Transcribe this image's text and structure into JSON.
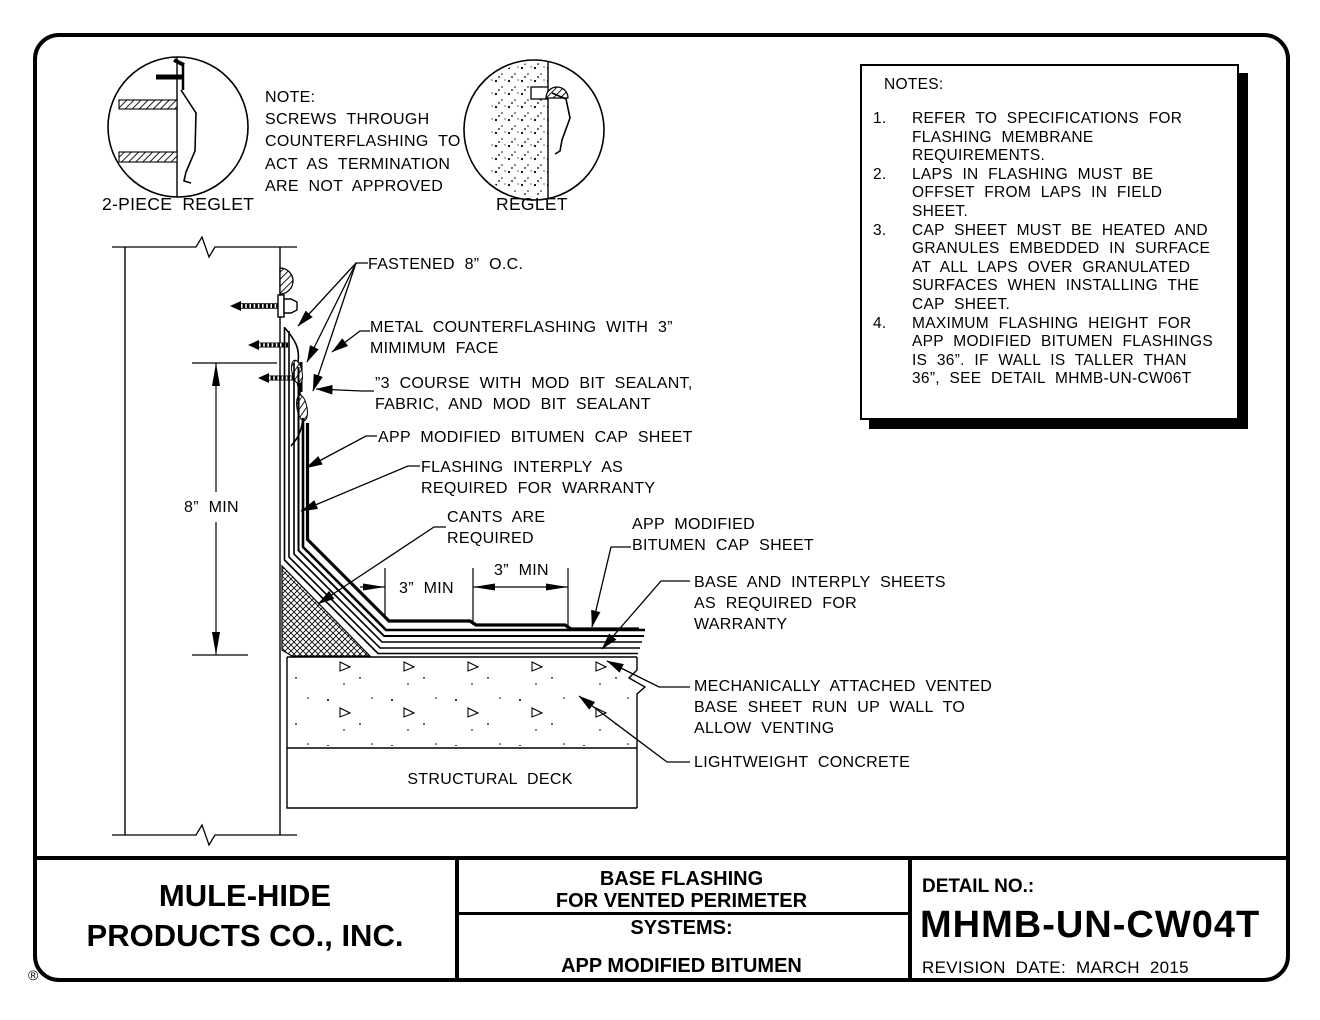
{
  "registered_mark": "®",
  "drawing": {
    "reglet_details": {
      "two_piece_label": "2-PIECE REGLET",
      "reglet_label": "REGLET",
      "note": {
        "title": "NOTE:",
        "lines": [
          "SCREWS THROUGH",
          "COUNTERFLASHING TO",
          "ACT AS TERMINATION",
          "ARE NOT APPROVED"
        ]
      }
    },
    "callouts": {
      "fastened": "FASTENED 8” O.C.",
      "metal_counterflashing": [
        "METAL COUNTERFLASHING WITH 3”",
        "MIMIMUM FACE"
      ],
      "three_course": [
        "”3 COURSE WITH MOD BIT SEALANT,",
        "FABRIC, AND MOD BIT SEALANT"
      ],
      "cap_sheet_wall": "APP MODIFIED BITUMEN CAP SHEET",
      "flashing_interply": [
        "FLASHING INTERPLY AS",
        "REQUIRED FOR WARRANTY"
      ],
      "cants": [
        "CANTS ARE",
        "REQUIRED"
      ],
      "cap_sheet_roof": [
        "APP MODIFIED",
        "BITUMEN CAP SHEET"
      ],
      "base_interply": [
        "BASE AND INTERPLY SHEETS",
        "AS REQUIRED FOR",
        "WARRANTY"
      ],
      "vented_base": [
        "MECHANICALLY ATTACHED VENTED",
        "BASE SHEET RUN UP WALL TO",
        "ALLOW VENTING"
      ],
      "lightweight_concrete": "LIGHTWEIGHT CONCRETE",
      "structural_deck": "STRUCTURAL DECK"
    },
    "dimensions": {
      "wall_flashing_height": "8” MIN",
      "lap_1": "3” MIN",
      "lap_2": "3” MIN"
    }
  },
  "notes_box": {
    "title": "NOTES:",
    "items": [
      {
        "num": "1.",
        "lines": [
          "REFER TO SPECIFICATIONS FOR",
          "FLASHING MEMBRANE",
          "REQUIREMENTS."
        ]
      },
      {
        "num": "2.",
        "lines": [
          "LAPS IN FLASHING MUST BE",
          "OFFSET FROM LAPS IN FIELD",
          "SHEET."
        ]
      },
      {
        "num": "3.",
        "lines": [
          "CAP SHEET MUST BE HEATED AND",
          "GRANULES EMBEDDED IN SURFACE",
          "AT ALL LAPS OVER GRANULATED",
          "SURFACES WHEN INSTALLING THE",
          "CAP SHEET."
        ]
      },
      {
        "num": "4.",
        "lines": [
          "MAXIMUM FLASHING HEIGHT FOR",
          "APP MODIFIED BITUMEN FLASHINGS",
          "IS 36”.  IF WALL IS TALLER THAN",
          "36”, SEE DETAIL MHMB-UN-CW06T"
        ]
      }
    ]
  },
  "title_block": {
    "company": [
      "MULE-HIDE",
      "PRODUCTS CO., INC."
    ],
    "system_title": [
      "BASE FLASHING",
      "FOR VENTED PERIMETER"
    ],
    "systems_label": "SYSTEMS:",
    "system_name": "APP MODIFIED BITUMEN",
    "detail_no_label": "DETAIL NO.:",
    "detail_no": "MHMB-UN-CW04T",
    "revision": "REVISION DATE:  MARCH  2015"
  },
  "colors": {
    "ink": "#000000",
    "paper": "#ffffff"
  }
}
